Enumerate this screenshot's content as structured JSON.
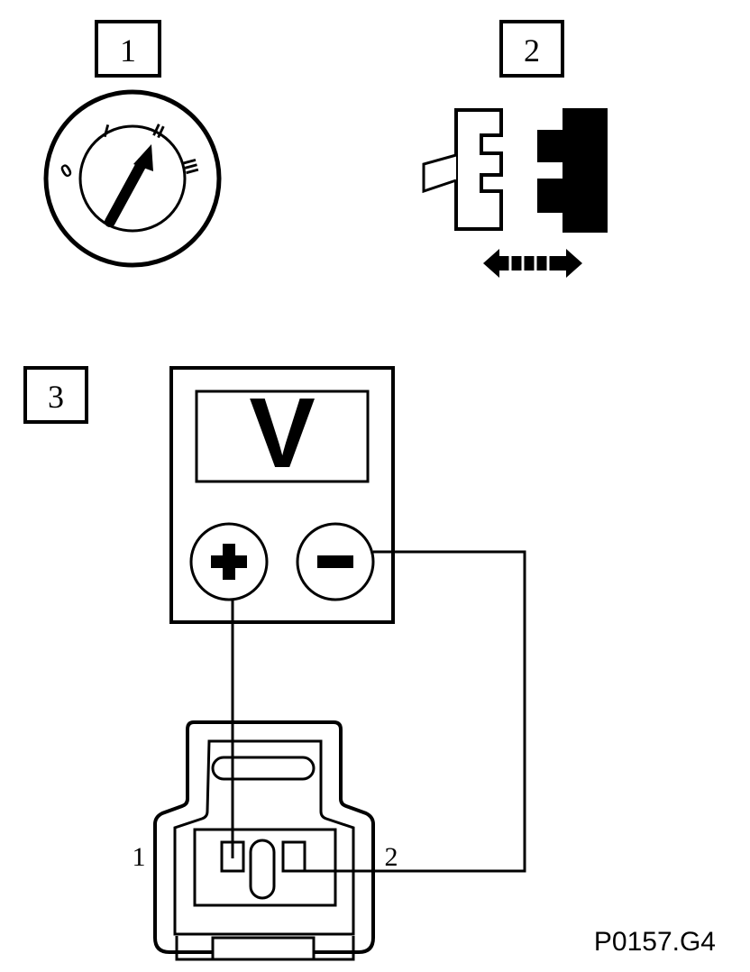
{
  "steps": [
    "1",
    "2",
    "3"
  ],
  "ignition": {
    "positions": [
      "0",
      "I",
      "II",
      "III"
    ]
  },
  "meter": {
    "unit": "V",
    "positive": "+",
    "negative": "−"
  },
  "connector": {
    "pin_left": "1",
    "pin_right": "2"
  },
  "figure_code": "P0157.G4"
}
